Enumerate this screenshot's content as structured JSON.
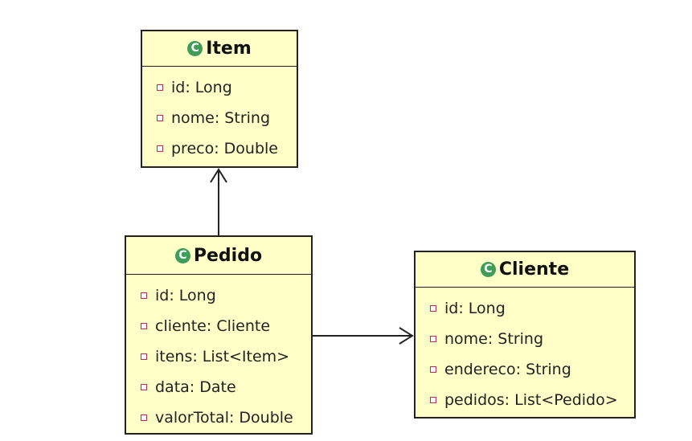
{
  "diagram": {
    "classes": [
      {
        "id": "item",
        "name": "Item",
        "icon": "class-icon",
        "icon_glyph": "C",
        "attributes": [
          "id: Long",
          "nome: String",
          "preco: Double"
        ]
      },
      {
        "id": "pedido",
        "name": "Pedido",
        "icon": "class-icon",
        "icon_glyph": "C",
        "attributes": [
          "id: Long",
          "cliente: Cliente",
          "itens: List<Item>",
          "data: Date",
          "valorTotal: Double"
        ]
      },
      {
        "id": "cliente",
        "name": "Cliente",
        "icon": "class-icon",
        "icon_glyph": "C",
        "attributes": [
          "id: Long",
          "nome: String",
          "endereco: String",
          "pedidos: List<Pedido>"
        ]
      }
    ],
    "associations": [
      {
        "from": "pedido",
        "to": "item",
        "arrow": "open"
      },
      {
        "from": "pedido",
        "to": "cliente",
        "arrow": "open"
      }
    ],
    "colors": {
      "class_fill": "#ffffc8",
      "border": "#222222",
      "class_icon": "#3f9d59",
      "attribute_icon": "#c02a4c"
    }
  }
}
